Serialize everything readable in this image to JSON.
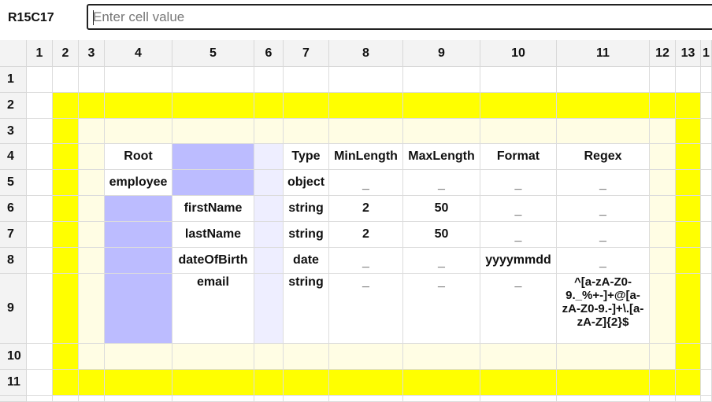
{
  "toolbar": {
    "cell_ref": "R15C17",
    "formula_placeholder": "Enter cell value"
  },
  "columns": [
    "1",
    "2",
    "3",
    "4",
    "5",
    "6",
    "7",
    "8",
    "9",
    "10",
    "11",
    "12",
    "13",
    "1"
  ],
  "rows": [
    "1",
    "2",
    "3",
    "4",
    "5",
    "6",
    "7",
    "8",
    "9",
    "10",
    "11"
  ],
  "colors": {
    "yellow": "#ffff00",
    "cream": "#fffde4",
    "blue": "#bcbcff",
    "lavender": "#eeeeff"
  },
  "table": {
    "root_label": "Root",
    "headers": {
      "type": "Type",
      "min_length": "MinLength",
      "max_length": "MaxLength",
      "format": "Format",
      "regex": "Regex"
    },
    "rows": [
      {
        "name": "employee",
        "type": "object",
        "min": "_",
        "max": "_",
        "format": "_",
        "regex": "_"
      },
      {
        "name": "firstName",
        "type": "string",
        "min": "2",
        "max": "50",
        "format": "_",
        "regex": "_"
      },
      {
        "name": "lastName",
        "type": "string",
        "min": "2",
        "max": "50",
        "format": "_",
        "regex": "_"
      },
      {
        "name": "dateOfBirth",
        "type": "date",
        "min": "_",
        "max": "_",
        "format": "yyyymmdd",
        "regex": "_"
      },
      {
        "name": "email",
        "type": "string",
        "min": "_",
        "max": "_",
        "format": "_",
        "regex": "^[a-zA-Z0-9._%+-]+@[a-zA-Z0-9.-]+\\.[a-zA-Z]{2}$"
      }
    ]
  }
}
